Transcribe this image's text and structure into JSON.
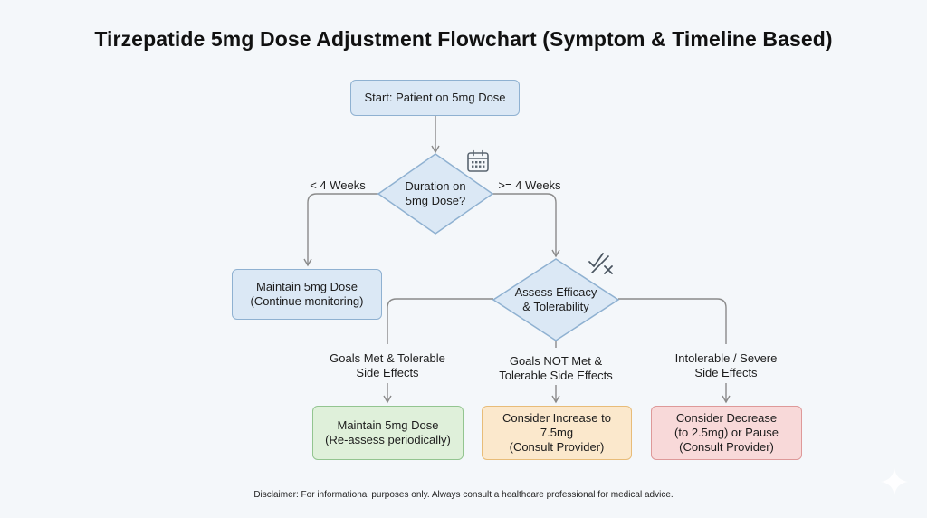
{
  "title": "Tirzepatide 5mg Dose Adjustment Flowchart (Symptom & Timeline Based)",
  "nodes": {
    "start": {
      "lines": [
        "Start: Patient on 5mg Dose"
      ]
    },
    "duration": {
      "lines": [
        "Duration on",
        "5mg Dose?"
      ]
    },
    "maintain_monitor": {
      "lines": [
        "Maintain 5mg Dose",
        "(Continue monitoring)"
      ]
    },
    "assess": {
      "lines": [
        "Assess Efficacy",
        "& Tolerability"
      ]
    },
    "maintain_reassess": {
      "lines": [
        "Maintain 5mg Dose",
        "(Re-assess periodically)"
      ]
    },
    "increase": {
      "lines": [
        "Consider Increase to",
        "7.5mg",
        "(Consult Provider)"
      ]
    },
    "decrease": {
      "lines": [
        "Consider Decrease",
        "(to 2.5mg) or Pause",
        "(Consult Provider)"
      ]
    }
  },
  "edges": {
    "lt4": {
      "lines": [
        "< 4 Weeks"
      ]
    },
    "ge4": {
      "lines": [
        ">= 4 Weeks"
      ]
    },
    "goals_met": {
      "lines": [
        "Goals Met & Tolerable",
        "Side Effects"
      ]
    },
    "goals_not_met": {
      "lines": [
        "Goals NOT Met &",
        "Tolerable Side Effects"
      ]
    },
    "intolerable": {
      "lines": [
        "Intolerable / Severe",
        "Side Effects"
      ]
    }
  },
  "icons": {
    "calendar": "calendar-icon",
    "scale": "check-cross-icon",
    "sparkle": "sparkle-icon"
  },
  "colors": {
    "blue_fill": "#dbe8f5",
    "blue_border": "#8fb1d1",
    "green_fill": "#dff0da",
    "green_border": "#93c590",
    "orange_fill": "#fbe8cc",
    "orange_border": "#e8bc78",
    "red_fill": "#f8d9d9",
    "red_border": "#de9999",
    "arrow": "#8a8a8a"
  },
  "disclaimer": "Disclaimer: For informational purposes only. Always consult a healthcare professional for medical advice."
}
